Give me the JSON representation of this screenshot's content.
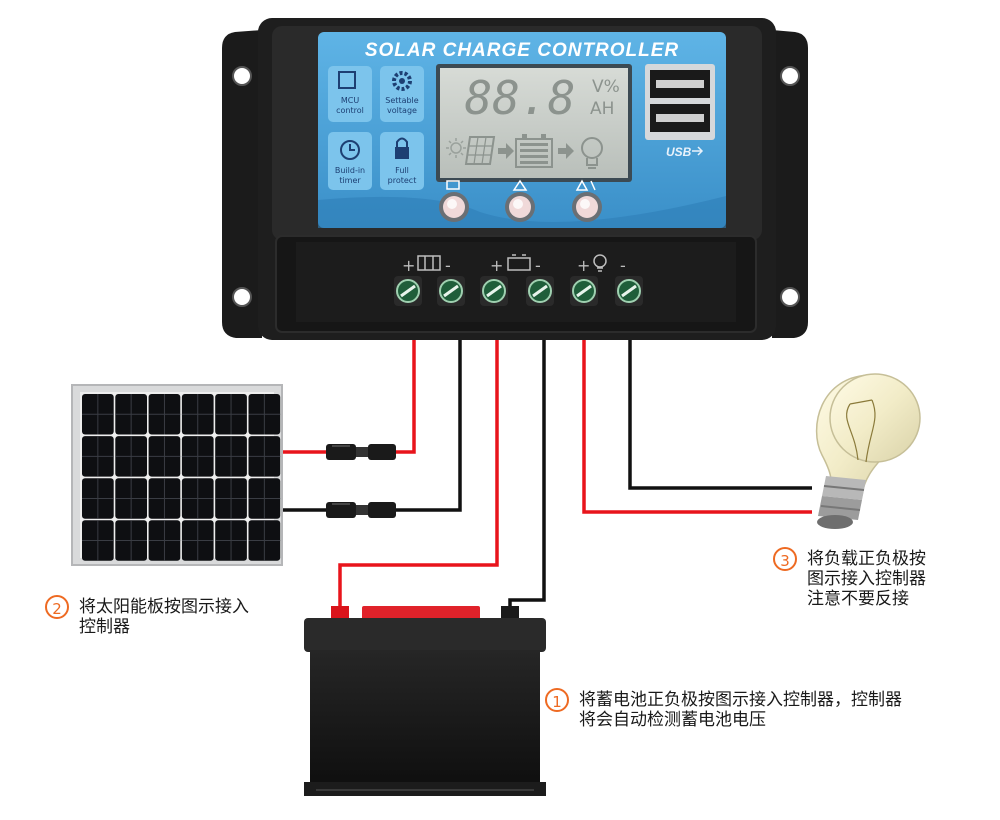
{
  "controller": {
    "title": "SOLAR CHARGE CONTROLLER",
    "lcd": {
      "digits": "88.8",
      "unit_top": "V%",
      "unit_bottom": "AH"
    },
    "features": [
      {
        "icon": "mcu-chip-icon",
        "label_lines": [
          "MCU",
          "control"
        ]
      },
      {
        "icon": "gear-icon",
        "label_lines": [
          "Settable",
          "voltage"
        ]
      },
      {
        "icon": "clock-icon",
        "label_lines": [
          "Build-in",
          "timer"
        ]
      },
      {
        "icon": "padlock-icon",
        "label_lines": [
          "Full",
          "protect"
        ]
      }
    ],
    "buttons": [
      "menu-button",
      "up-button",
      "up-lock-button"
    ],
    "usb_label": "USB",
    "terminal_groups": [
      "solar-panel",
      "battery",
      "load"
    ],
    "terminal_signs": [
      "+",
      "-",
      "+",
      "-",
      "+",
      "-"
    ],
    "colors": {
      "panel": "#4aa3d8",
      "body": "#1c1c1c",
      "lcd": "#c9cdc9"
    }
  },
  "wires": {
    "positive_color": "#e8141b",
    "negative_color": "#111111"
  },
  "steps": [
    {
      "number": "1",
      "lines": [
        "将蓄电池正负极按图示接入控制器，控制器",
        "将会自动检测蓄电池电压"
      ]
    },
    {
      "number": "2",
      "lines": [
        "将太阳能板按图示接入",
        "控制器"
      ]
    },
    {
      "number": "3",
      "lines": [
        "将负载正负极按",
        "图示接入控制器",
        "注意不要反接"
      ]
    }
  ],
  "step_badge_color": "#ee6a22"
}
